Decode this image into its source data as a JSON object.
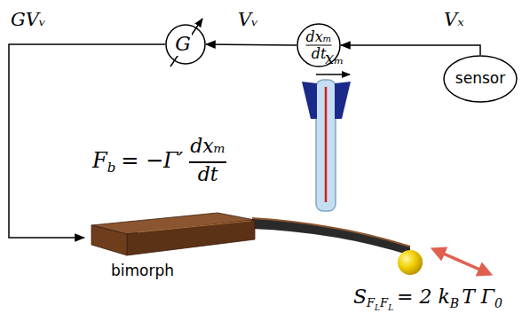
{
  "diagram": {
    "nodes": [
      {
        "text": [
          "G"
        ]
      },
      {
        "text": [
          "dxₘ",
          "dt"
        ]
      },
      {
        "text": [
          "sensor"
        ]
      },
      {
        "text": [
          "bimorph"
        ]
      }
    ],
    "edges": [
      {
        "from": 2,
        "to": 1,
        "label": "Vₓ",
        "arrow": "to"
      },
      {
        "from": 1,
        "to": 0,
        "label": "Vᵥ",
        "arrow": "to"
      },
      {
        "from": 0,
        "to": 3,
        "label": "GVᵥ",
        "arrow": "to"
      }
    ],
    "labels": [
      "xₘ",
      "F",
      "b",
      "= −Γ′",
      "dxₘ",
      "dt",
      "S",
      "F",
      "L",
      "F",
      "L",
      "= 2 k",
      "B",
      "T Γ",
      "0"
    ]
  }
}
